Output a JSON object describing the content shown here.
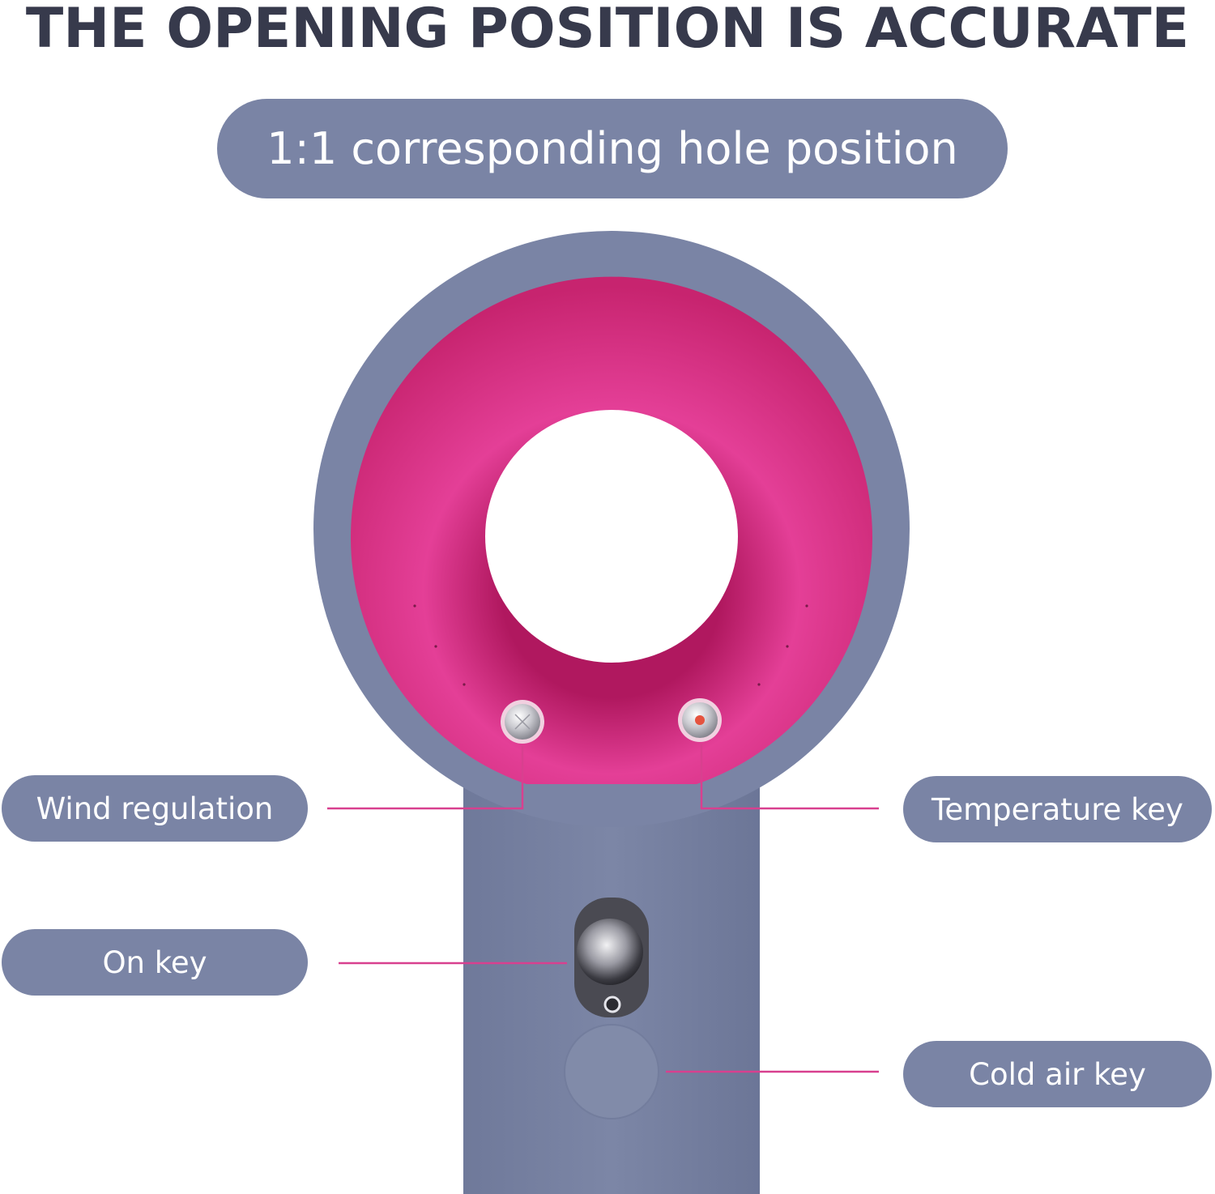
{
  "headline": "THE OPENING POSITION IS ACCURATE",
  "subtitle": "1:1 corresponding hole position",
  "labels": {
    "wind_regulation": "Wind regulation",
    "on_key": "On key",
    "temperature_key": "Temperature key",
    "cold_air_key": "Cold air key"
  },
  "colors": {
    "pill_background": "#7a84a5",
    "headline_text": "#373a4c",
    "case_grey": "#7a84a5",
    "ring_magenta": "#e0358f",
    "leader_line": "#d8408f"
  },
  "icons": [
    "wind-regulation-button-icon",
    "temperature-button-icon",
    "power-switch-icon",
    "cold-air-button-icon"
  ]
}
